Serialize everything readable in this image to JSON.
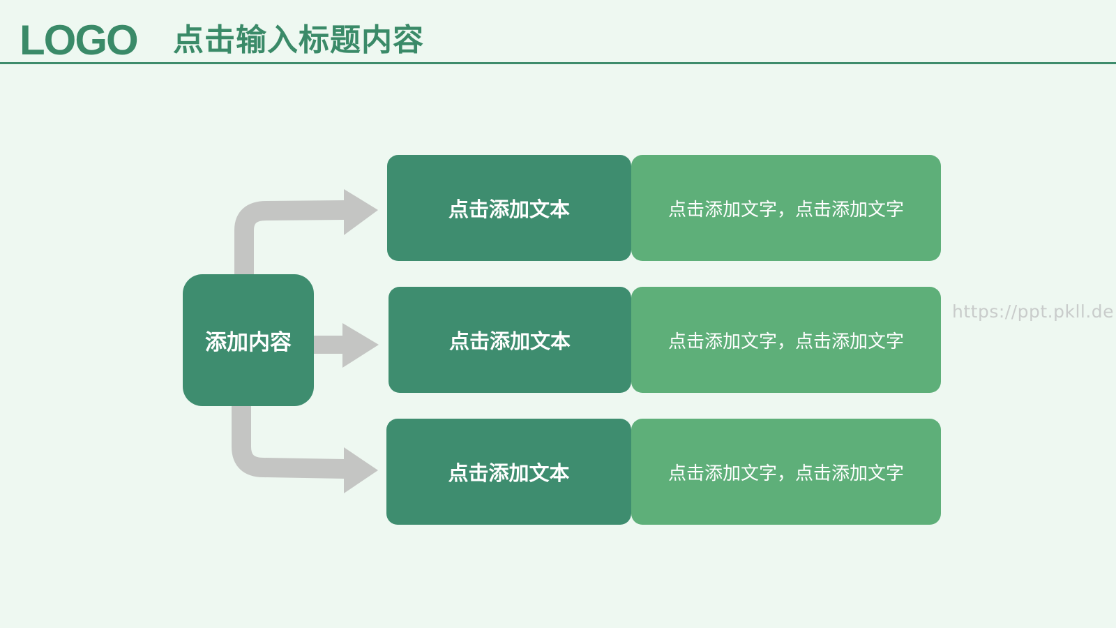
{
  "header": {
    "logo": "LOGO",
    "title": "点击输入标题内容"
  },
  "diagram": {
    "center_label": "添加内容",
    "rows": [
      {
        "label": "点击添加文本",
        "text": "点击添加文字，点击添加文字"
      },
      {
        "label": "点击添加文本",
        "text": "点击添加文字，点击添加文字"
      },
      {
        "label": "点击添加文本",
        "text": "点击添加文字，点击添加文字"
      }
    ]
  },
  "watermark": "https://ppt.pkll.de",
  "colors": {
    "dark_green": "#3e8d6f",
    "light_green": "#5eaf79",
    "background": "#eef8f1",
    "arrow_gray": "#c4c5c3"
  }
}
